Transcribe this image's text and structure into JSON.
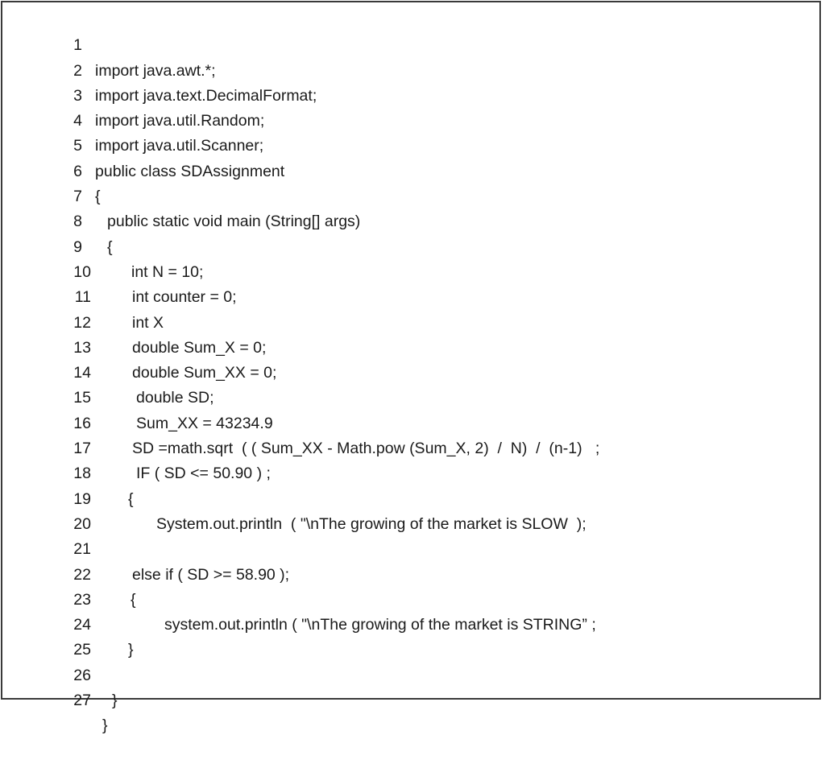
{
  "code": {
    "lines": [
      {
        "num": "1",
        "text": "import java.awt.*;"
      },
      {
        "num": "2",
        "text": "import java.text.DecimalFormat;"
      },
      {
        "num": "3",
        "text": "import java.util.Random;"
      },
      {
        "num": "4",
        "text": "import java.util.Scanner;"
      },
      {
        "num": "5",
        "text": "public class SDAssignment"
      },
      {
        "num": "6",
        "text": "{"
      },
      {
        "num": "7",
        "text": "public static void main (String[] args)"
      },
      {
        "num": "8",
        "text": "{"
      },
      {
        "num": "9",
        "text": "int N = 10;"
      },
      {
        "num": "10",
        "text": "int counter = 0;"
      },
      {
        "num": "11",
        "text": "int X"
      },
      {
        "num": "12",
        "text": "double Sum_X = 0;"
      },
      {
        "num": "13",
        "text": "double Sum_XX = 0;"
      },
      {
        "num": "14",
        "text": "double SD;"
      },
      {
        "num": "15",
        "text": "Sum_XX = 43234.9"
      },
      {
        "num": "16",
        "text": "SD =math.sqrt  ( ( Sum_XX - Math.pow (Sum_X, 2)  /  N)  /  (n-1)   ;"
      },
      {
        "num": "17",
        "text": "IF ( SD <= 50.90 ) ;"
      },
      {
        "num": "18",
        "text": "{"
      },
      {
        "num": "19",
        "text": "System.out.println  ( \"\\nThe growing of the market is SLOW  );"
      },
      {
        "num": "20",
        "text": ""
      },
      {
        "num": "21",
        "text": "else if ( SD >= 58.90 );"
      },
      {
        "num": "22",
        "text": "{"
      },
      {
        "num": "23",
        "text": "system.out.println ( \"\\nThe growing of the market is STRING” ;"
      },
      {
        "num": "24",
        "text": "}"
      },
      {
        "num": "25",
        "text": ""
      },
      {
        "num": "26",
        "text": "}"
      },
      {
        "num": "27",
        "text": "}"
      }
    ]
  }
}
